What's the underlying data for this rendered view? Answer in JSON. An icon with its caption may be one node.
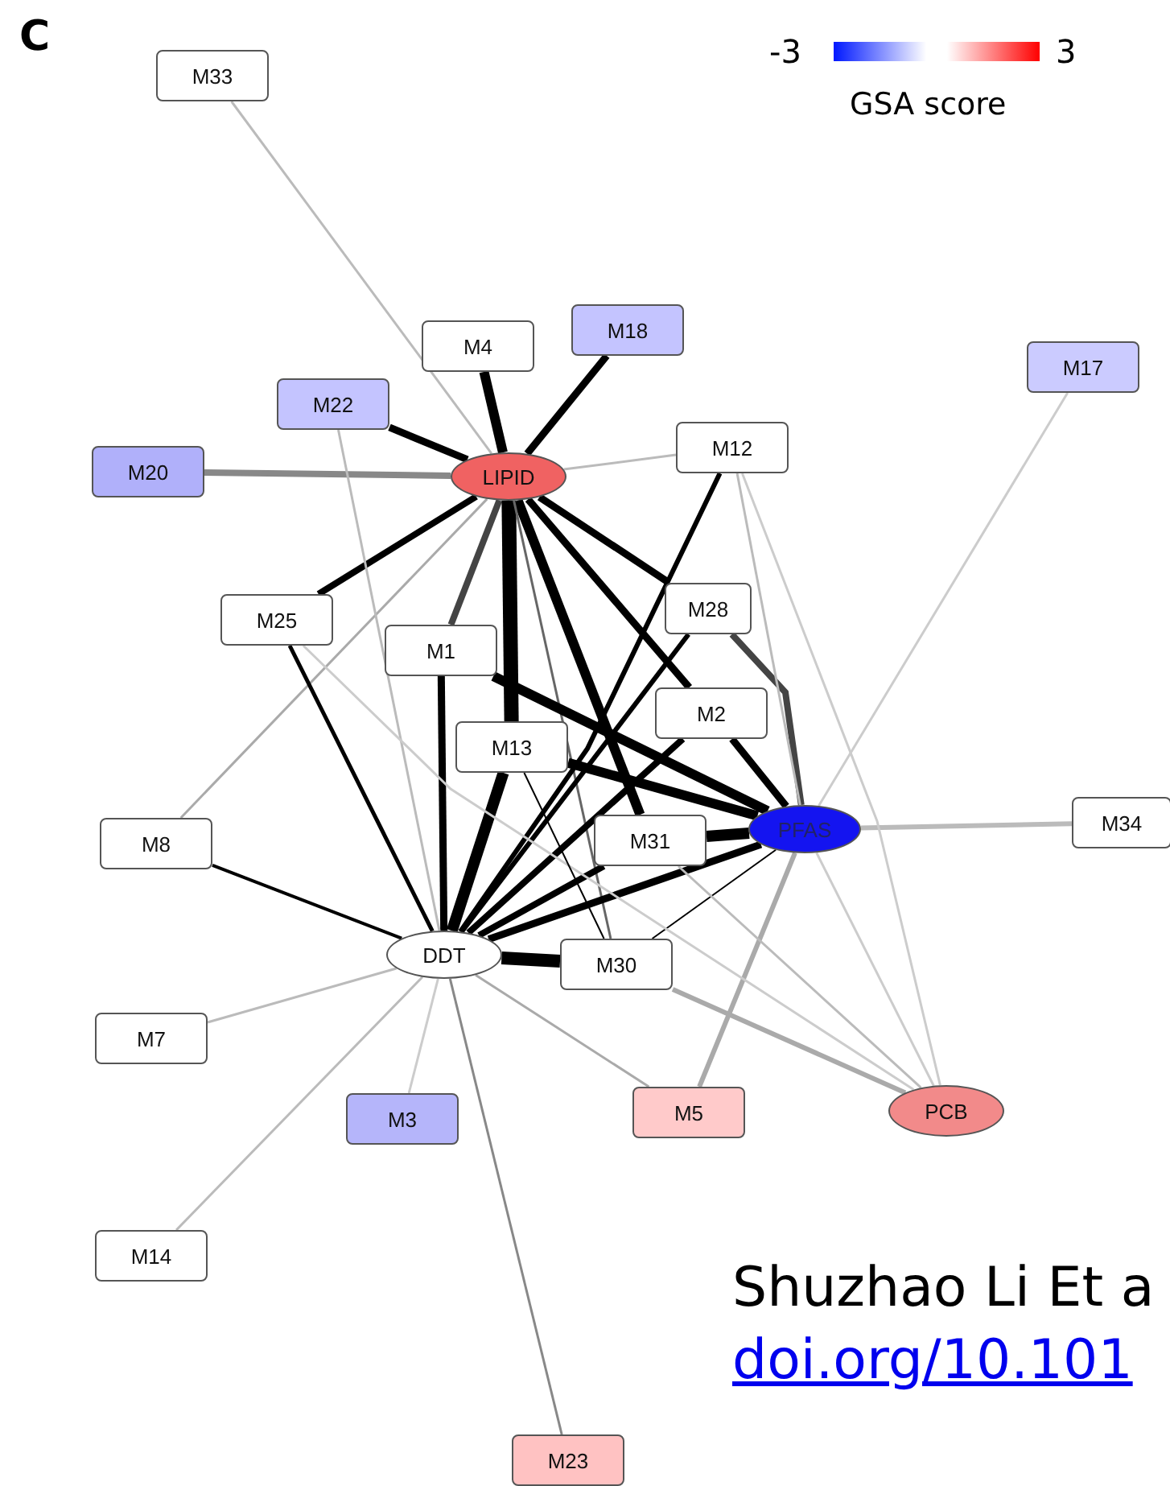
{
  "diagram": {
    "nodes": [
      {
        "text": [
          "M33"
        ]
      },
      {
        "text": [
          "M4"
        ]
      },
      {
        "text": [
          "M18"
        ]
      },
      {
        "text": [
          "M22"
        ]
      },
      {
        "text": [
          "M20"
        ]
      },
      {
        "text": [
          "LIPID"
        ]
      },
      {
        "text": [
          "M12"
        ]
      },
      {
        "text": [
          "M17"
        ]
      },
      {
        "text": [
          "M25"
        ]
      },
      {
        "text": [
          "M1"
        ]
      },
      {
        "text": [
          "M28"
        ]
      },
      {
        "text": [
          "M2"
        ]
      },
      {
        "text": [
          "M13"
        ]
      },
      {
        "text": [
          "M8"
        ]
      },
      {
        "text": [
          "PFAS"
        ]
      },
      {
        "text": [
          "M31"
        ]
      },
      {
        "text": [
          "M34"
        ]
      },
      {
        "text": [
          "DDT"
        ]
      },
      {
        "text": [
          "M30"
        ]
      },
      {
        "text": [
          "M7"
        ]
      },
      {
        "text": [
          "M5"
        ]
      },
      {
        "text": [
          "PCB"
        ]
      },
      {
        "text": [
          "M3"
        ]
      },
      {
        "text": [
          "M14"
        ]
      },
      {
        "text": [
          "M23"
        ]
      }
    ],
    "edges": [
      {
        "from": 5,
        "to": 0,
        "arrow": "none",
        "color": "#bbbbbb"
      },
      {
        "from": 5,
        "to": 1,
        "arrow": "none",
        "style": "thick"
      },
      {
        "from": 5,
        "to": 2,
        "arrow": "none"
      },
      {
        "from": 5,
        "to": 3,
        "arrow": "none"
      },
      {
        "from": 5,
        "to": 4,
        "arrow": "none",
        "color": "#888888"
      },
      {
        "from": 5,
        "to": 6,
        "arrow": "none",
        "color": "#bbbbbb"
      },
      {
        "from": 5,
        "to": 8,
        "arrow": "none"
      },
      {
        "from": 5,
        "to": 9,
        "arrow": "none",
        "color": "#444444"
      },
      {
        "from": 5,
        "to": 12,
        "arrow": "none",
        "style": "thick"
      },
      {
        "from": 5,
        "to": 10,
        "arrow": "none"
      },
      {
        "from": 5,
        "to": 11,
        "arrow": "none"
      },
      {
        "from": 5,
        "to": 15,
        "arrow": "none",
        "style": "thick"
      },
      {
        "from": 5,
        "to": 13,
        "arrow": "none",
        "color": "#aaaaaa"
      },
      {
        "from": 5,
        "to": 18,
        "arrow": "none",
        "color": "#666666"
      },
      {
        "from": 17,
        "to": 8,
        "arrow": "none"
      },
      {
        "from": 17,
        "to": 9,
        "arrow": "none"
      },
      {
        "from": 17,
        "to": 12,
        "arrow": "none",
        "style": "thick"
      },
      {
        "from": 17,
        "to": 11,
        "arrow": "none"
      },
      {
        "from": 17,
        "to": 10,
        "arrow": "none"
      },
      {
        "from": 17,
        "to": 6,
        "arrow": "none"
      },
      {
        "from": 17,
        "to": 14,
        "arrow": "none"
      },
      {
        "from": 17,
        "to": 15,
        "arrow": "none"
      },
      {
        "from": 17,
        "to": 18,
        "arrow": "none",
        "style": "thick"
      },
      {
        "from": 17,
        "to": 3,
        "arrow": "none",
        "color": "#bbbbbb"
      },
      {
        "from": 17,
        "to": 13,
        "arrow": "none"
      },
      {
        "from": 17,
        "to": 19,
        "arrow": "none",
        "color": "#bbbbbb"
      },
      {
        "from": 17,
        "to": 23,
        "arrow": "none",
        "color": "#bbbbbb"
      },
      {
        "from": 17,
        "to": 22,
        "arrow": "none",
        "color": "#cccccc"
      },
      {
        "from": 17,
        "to": 24,
        "arrow": "none",
        "color": "#888888"
      },
      {
        "from": 17,
        "to": 20,
        "arrow": "none",
        "color": "#aaaaaa"
      },
      {
        "from": 9,
        "to": 14,
        "arrow": "none",
        "style": "thick"
      },
      {
        "from": 12,
        "to": 14,
        "arrow": "none",
        "style": "thick"
      },
      {
        "from": 11,
        "to": 14,
        "arrow": "none"
      },
      {
        "from": 15,
        "to": 14,
        "arrow": "none",
        "style": "thick"
      },
      {
        "from": 18,
        "to": 14,
        "arrow": "none"
      },
      {
        "from": 7,
        "to": 14,
        "arrow": "none",
        "color": "#cccccc"
      },
      {
        "from": 16,
        "to": 14,
        "arrow": "none",
        "color": "#bbbbbb"
      },
      {
        "from": 20,
        "to": 14,
        "arrow": "none",
        "color": "#aaaaaa"
      },
      {
        "from": 10,
        "to": 14,
        "arrow": "none",
        "color": "#444444"
      },
      {
        "from": 6,
        "to": 14,
        "arrow": "none",
        "color": "#bbbbbb"
      },
      {
        "from": 14,
        "to": 21,
        "arrow": "none",
        "color": "#cccccc"
      },
      {
        "from": 18,
        "to": 21,
        "arrow": "none",
        "color": "#aaaaaa"
      },
      {
        "from": 15,
        "to": 21,
        "arrow": "none",
        "color": "#bbbbbb"
      },
      {
        "from": 8,
        "to": 21,
        "arrow": "none",
        "color": "#cccccc"
      },
      {
        "from": 6,
        "to": 21,
        "arrow": "none",
        "color": "#cccccc"
      },
      {
        "from": 12,
        "to": 18,
        "arrow": "none"
      }
    ],
    "labels": [
      "C",
      "-3",
      "3",
      "GSA score",
      "Shuzhao Li Et a",
      "doi.org/10.101"
    ]
  }
}
